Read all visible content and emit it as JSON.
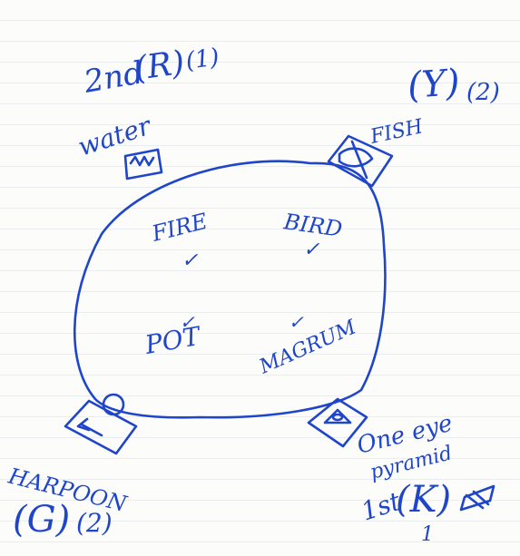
{
  "page": {
    "ink_color": "#1f45c9",
    "paper_color": "#fcfcfb",
    "rule_color": "#dbe2ea"
  },
  "top_left": {
    "rank": "2nd",
    "letter": "R",
    "count": "(1)",
    "label": "water"
  },
  "top_right": {
    "letter": "Y",
    "count": "(2)",
    "label": "FISH"
  },
  "bottom_left": {
    "label": "HARPOON",
    "letter": "G",
    "count": "(2)"
  },
  "bottom_right": {
    "label_line1": "One eye",
    "label_line2": "pyramid",
    "rank": "1st",
    "letter": "K",
    "count": "1"
  },
  "center": {
    "items": [
      {
        "label": "FIRE",
        "check": "✓"
      },
      {
        "label": "BIRD",
        "check": "✓"
      },
      {
        "label": "POT",
        "check": "✓"
      },
      {
        "label": "MAGRUM",
        "check": "✓"
      }
    ]
  }
}
